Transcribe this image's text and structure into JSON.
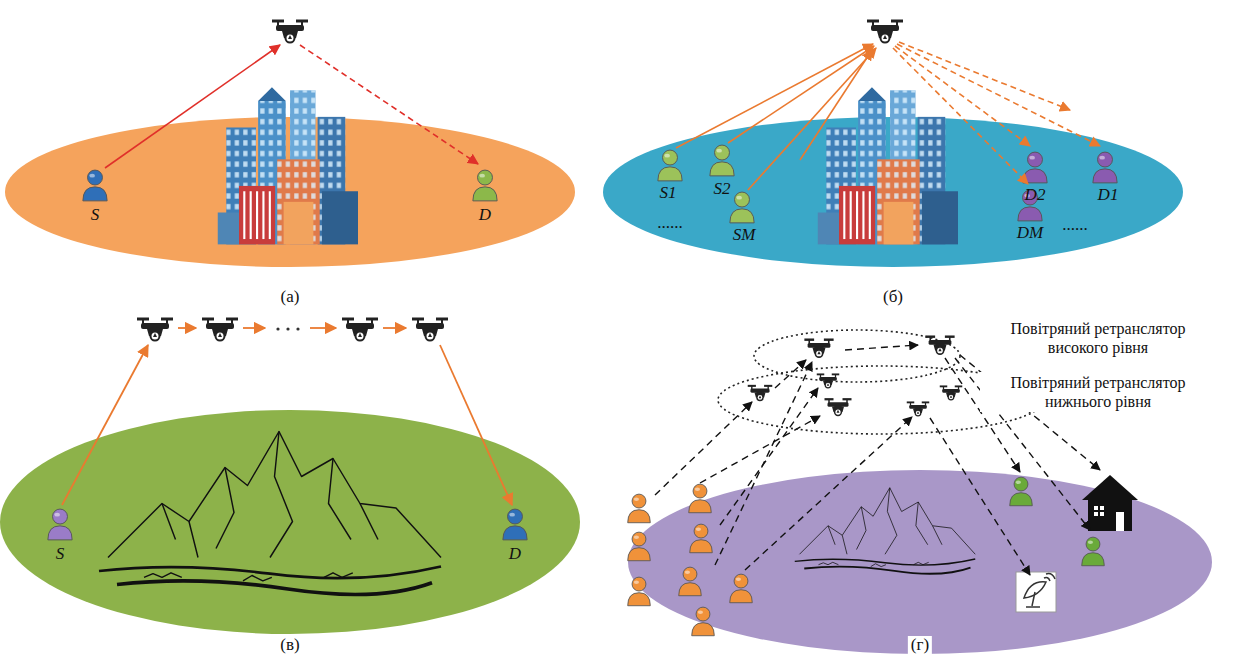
{
  "diagram": {
    "nodes": [
      {
        "text": [
          "Повітряний ретранслятор високого рівня"
        ]
      },
      {
        "text": [
          "Повітряний ретранслятор нижнього рівня"
        ]
      }
    ],
    "labels": [
      "S",
      "D",
      "(а)",
      "S1",
      "S2",
      "SM",
      "......",
      "D2",
      "D1",
      "DM",
      "......",
      "(б)",
      "S",
      "D",
      "(в)",
      "(г)"
    ]
  }
}
